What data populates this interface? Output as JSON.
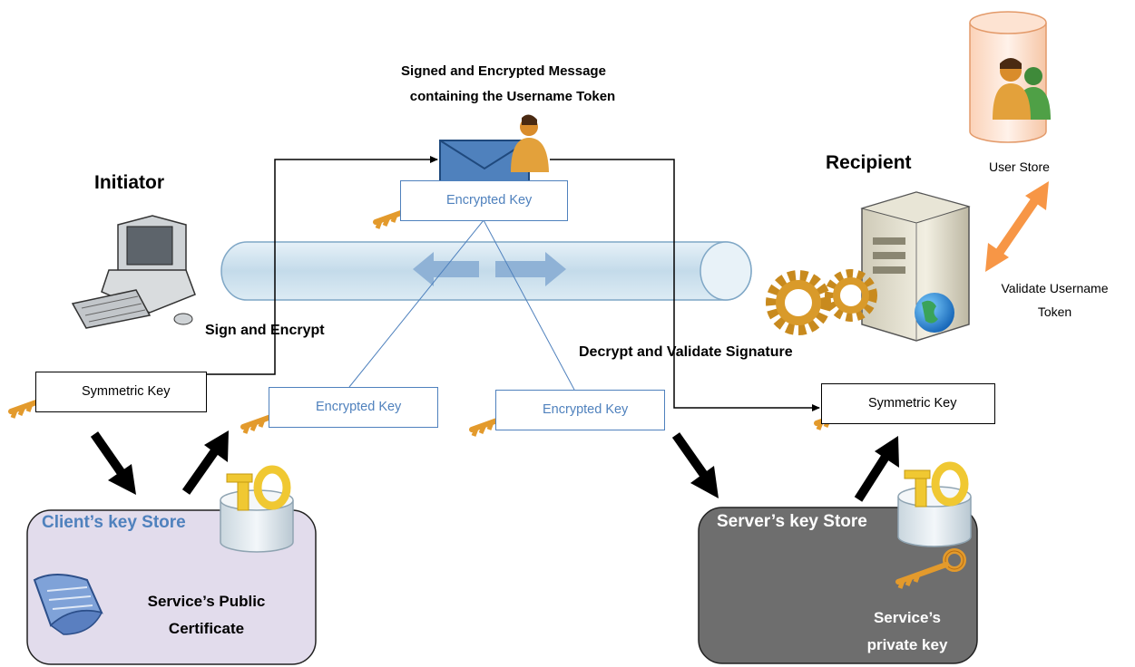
{
  "message": {
    "caption_line1": "Signed and Encrypted Message",
    "caption_line2": "containing the Username Token",
    "key_label": "Encrypted Key"
  },
  "initiator": {
    "title": "Initiator",
    "action": "Sign and Encrypt",
    "symmetric_key_label": "Symmetric Key",
    "encrypted_key_label": "Encrypted Key"
  },
  "recipient": {
    "title": "Recipient",
    "action": "Decrypt and Validate Signature",
    "encrypted_key_label": "Encrypted Key",
    "symmetric_key_label": "Symmetric Key"
  },
  "user_store": {
    "label": "User Store",
    "validate_line1": "Validate Username",
    "validate_line2": "Token"
  },
  "client_store": {
    "title": "Client’s key Store",
    "cert_line1": "Service’s Public",
    "cert_line2": "Certificate"
  },
  "server_store": {
    "title": "Server’s key Store",
    "key_line1": "Service’s",
    "key_line2": "private key"
  },
  "colors": {
    "blue_accent": "#4f81bd",
    "client_store_fill": "#e2dcec",
    "server_store_fill": "#6e6e6e",
    "key_gold": "#e39a2c",
    "arrow_orange": "#f79646"
  }
}
